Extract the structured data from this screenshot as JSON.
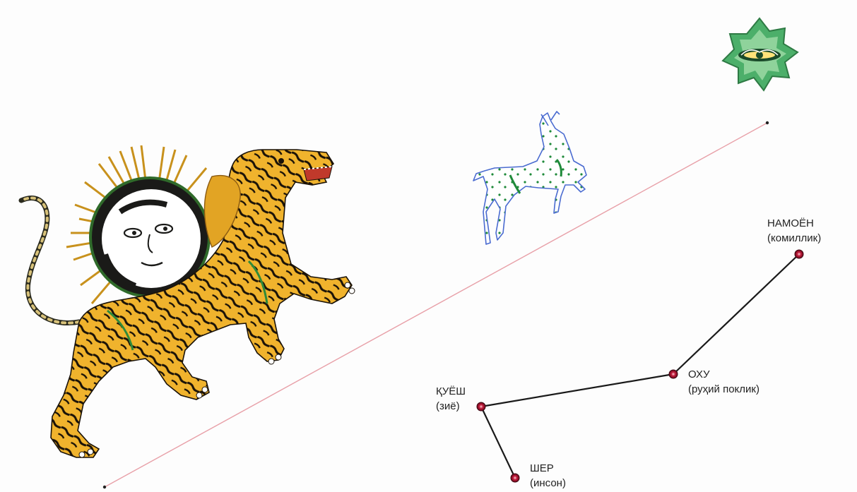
{
  "points": [
    {
      "id": "namoyon",
      "name": "НАМОЁН",
      "meaning": "(комиллик)"
    },
    {
      "id": "ohu",
      "name": "ОХУ",
      "meaning": "(руҳий поклик)"
    },
    {
      "id": "quyosh",
      "name": "ҚУЁШ",
      "meaning": "(зиё)"
    },
    {
      "id": "sher",
      "name": "ШЕР",
      "meaning": "(инсон)"
    }
  ],
  "icons": {
    "tiger": "tiger-with-sun-icon",
    "deer": "deer-icon",
    "ornament": "green-star-ornament-icon"
  },
  "colors": {
    "path_line": "#1a1a1a",
    "point_fill": "#c01a3a",
    "diagonal_line": "#e8a0a8",
    "tiger_body": "#f0b32d",
    "sun_rays": "#c8911c",
    "deer_outline": "#4a6bd0",
    "deer_spots": "#1f8a3a",
    "ornament_green": "#4caf6a"
  }
}
